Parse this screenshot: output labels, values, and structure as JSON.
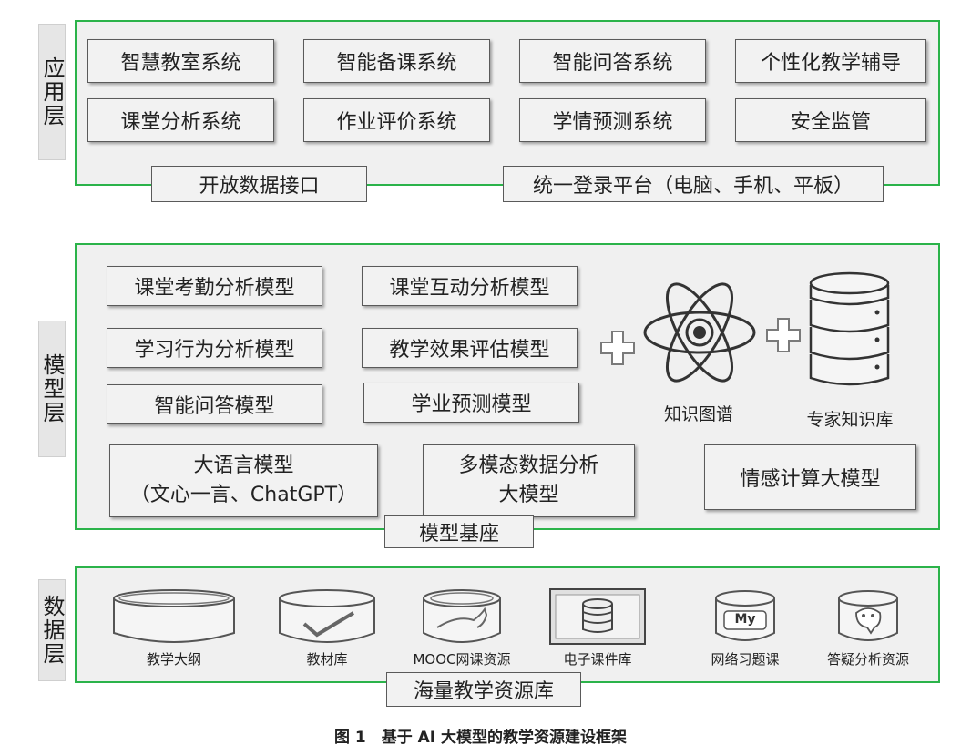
{
  "layers": {
    "application": {
      "label": "应用层",
      "boxes": [
        "智慧教室系统",
        "智能备课系统",
        "智能问答系统",
        "个性化教学辅导",
        "课堂分析系统",
        "作业评价系统",
        "学情预测系统",
        "安全监管"
      ],
      "interface": "开放数据接口",
      "login": "统一登录平台（电脑、手机、平板）"
    },
    "model": {
      "label": "模型层",
      "boxes": [
        "课堂考勤分析模型",
        "课堂互动分析模型",
        "学习行为分析模型",
        "教学效果评估模型",
        "智能问答模型",
        "学业预测模型"
      ],
      "large_models": [
        {
          "line1": "大语言模型",
          "line2": "（文心一言、ChatGPT）"
        },
        {
          "line1": "多模态数据分析",
          "line2": "大模型"
        },
        {
          "line1": "情感计算大模型",
          "line2": ""
        }
      ],
      "knowledge_graph": "知识图谱",
      "expert_db": "专家知识库",
      "base": "模型基座",
      "plus_sign": "+"
    },
    "data": {
      "label": "数据层",
      "resources": [
        "教学大纲",
        "教材库",
        "MOOC网课资源",
        "电子课件库",
        "网络习题课",
        "答疑分析资源"
      ],
      "mysql_badge": "My",
      "base": "海量教学资源库"
    }
  },
  "caption": "图 1　基于 AI 大模型的教学资源建设框架",
  "colors": {
    "frame": "#2bb34a",
    "box_border": "#5a5a5a",
    "box_fill": "#f2f2f2",
    "layer_fill": "#f0f0f0"
  }
}
